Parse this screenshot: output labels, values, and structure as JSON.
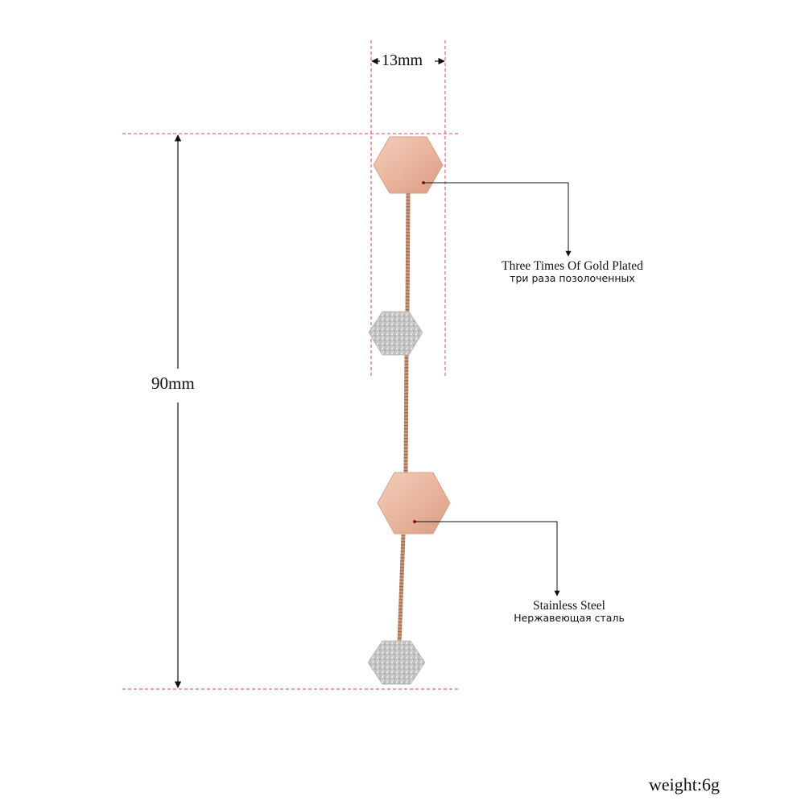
{
  "dimensions": {
    "width": "13mm",
    "height": "90mm"
  },
  "callouts": [
    {
      "en": "Three Times Of Gold Plated",
      "ru": "три раза позолоченных"
    },
    {
      "en": "Stainless Steel",
      "ru": "Нержавеющая сталь"
    }
  ],
  "weight": "weight:6g",
  "colors": {
    "guide_line": "#d94a4a",
    "dimension_line": "#111111",
    "rose_gold": "#e9b49c",
    "chain": "#c9967c",
    "glitter_silver": "#c7c7c7",
    "callout_dot": "#8b1a1a"
  },
  "icons": [
    "rose-gold-hexagon-icon",
    "glitter-silver-hexagon-icon"
  ]
}
